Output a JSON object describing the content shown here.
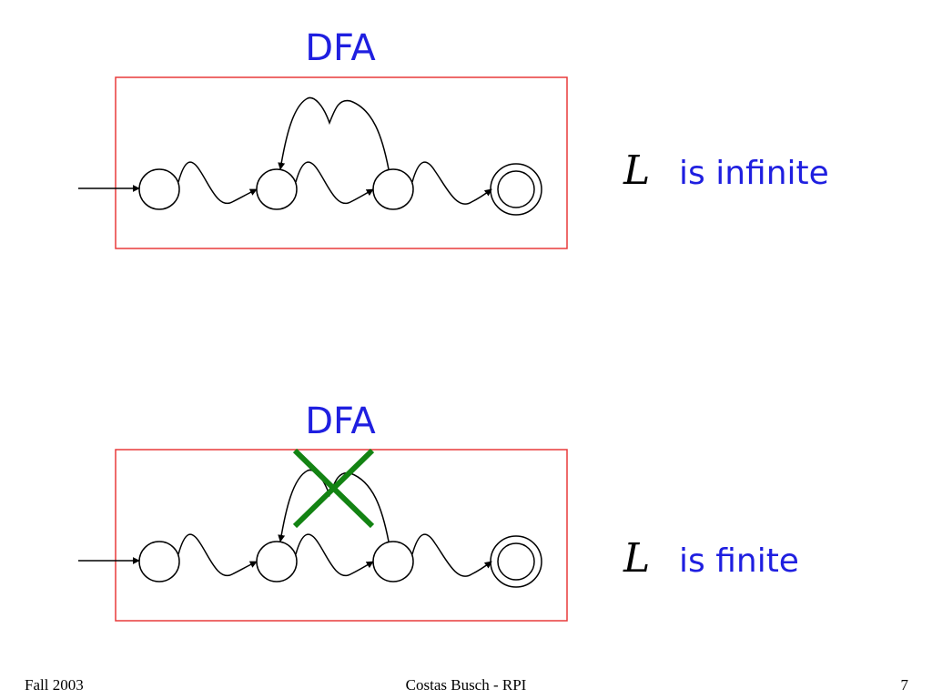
{
  "diagrams": [
    {
      "title": "DFA",
      "statement_symbol": "L",
      "statement_text": "is infinite",
      "loop_crossed": false
    },
    {
      "title": "DFA",
      "statement_symbol": "L",
      "statement_text": "is finite",
      "loop_crossed": true
    }
  ],
  "footer": {
    "left": "Fall 2003",
    "center": "Costas Busch - RPI",
    "right": "7"
  },
  "colors": {
    "box_border": "#e83a3a",
    "title_text": "#1f1fe0",
    "cross": "#138313",
    "lines": "#000000"
  }
}
